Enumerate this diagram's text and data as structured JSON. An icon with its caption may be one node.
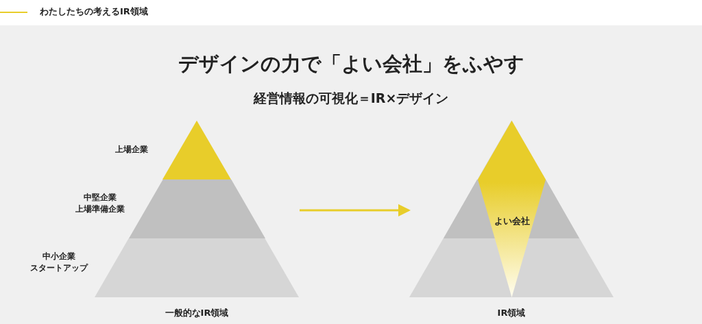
{
  "diagram": {
    "title": "デザインの力で「よい会社」をふやす",
    "nodes": [
      {
        "text": [
          "一般的なIR領域"
        ]
      },
      {
        "text": [],
        "shape": "triangle",
        "in": 0,
        "beside": [
          "上場企業"
        ]
      },
      {
        "text": [],
        "shape": "band",
        "in": 0,
        "beside": [
          "中堅企業",
          "上場準備企業"
        ]
      },
      {
        "text": [],
        "shape": "band",
        "in": 0,
        "beside": [
          "中小企業",
          "スタートアップ"
        ]
      },
      {
        "text": [
          "IR領域"
        ]
      },
      {
        "text": [
          "よい会社"
        ],
        "in": 4
      }
    ],
    "edges": [
      {
        "from": 0,
        "to": 4,
        "arrow": "to",
        "color": "#e8cd2a"
      }
    ],
    "labels": [
      "わたしたちの考えるIR領域",
      "経営情報の可視化＝IR×デザイン"
    ]
  }
}
